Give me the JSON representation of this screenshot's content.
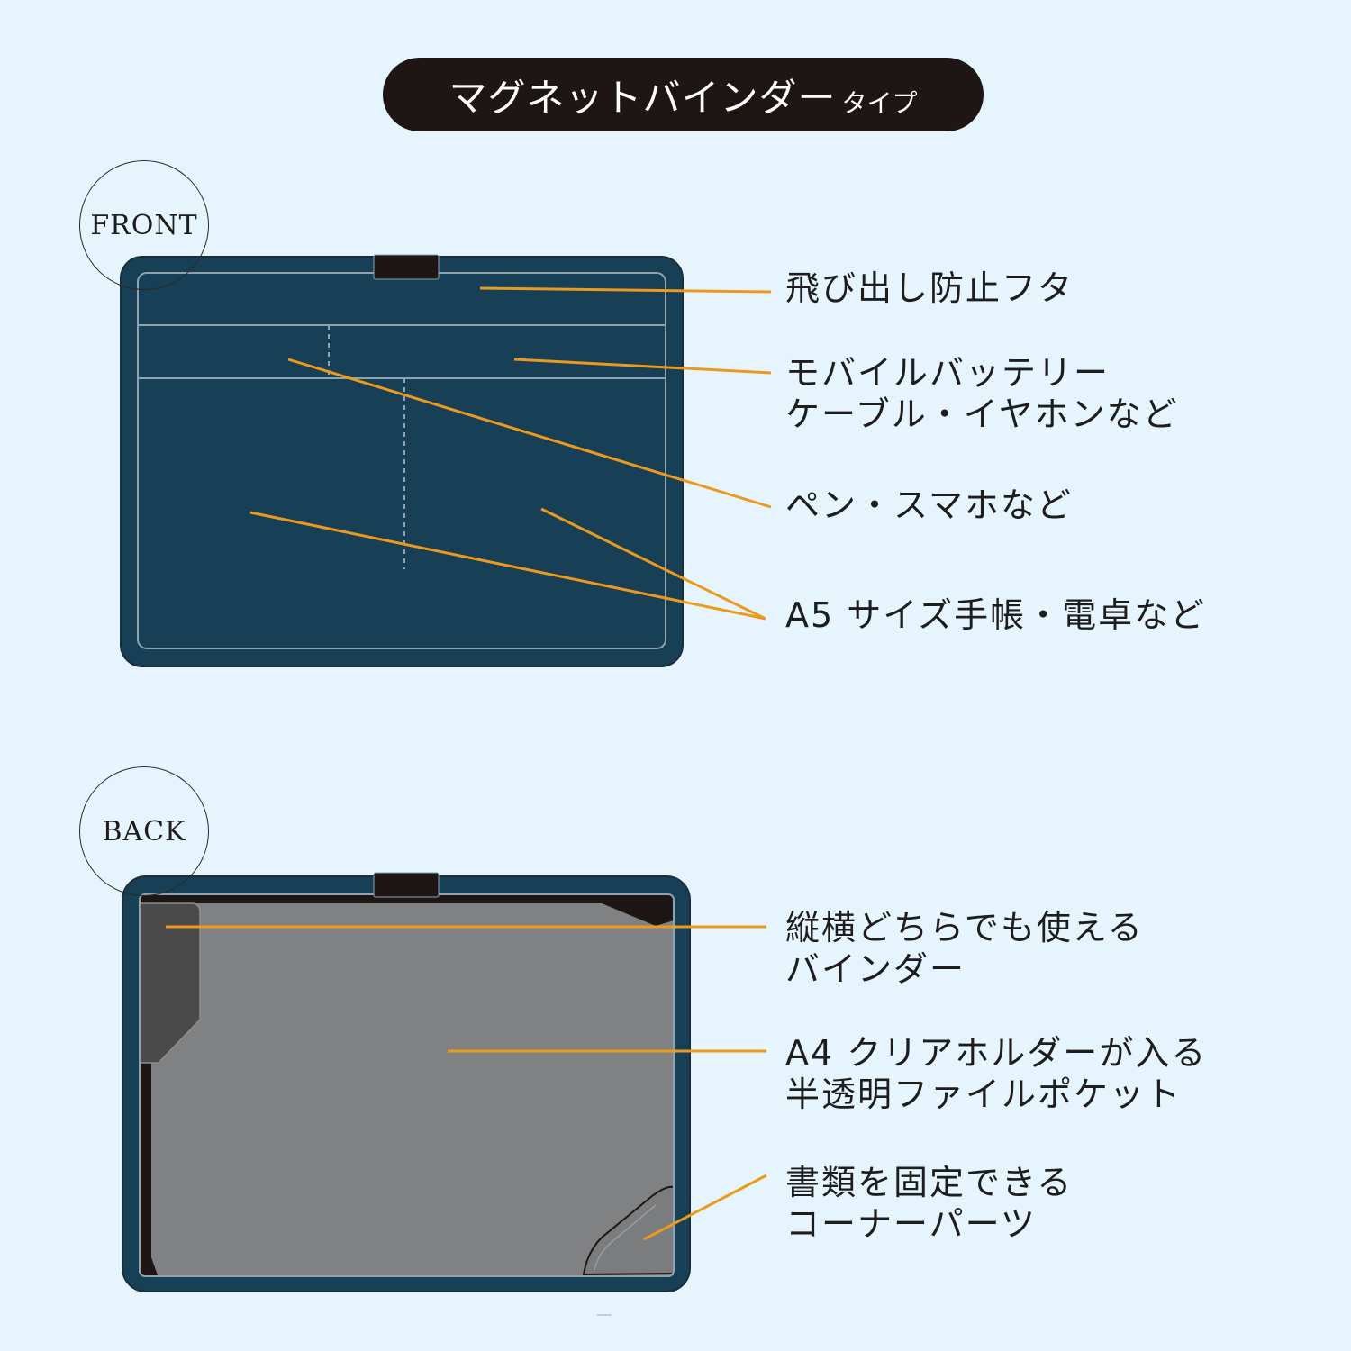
{
  "title": {
    "main": "マグネットバインダー",
    "suffix": "タイプ"
  },
  "front": {
    "label": "FRONT",
    "callouts": [
      {
        "id": "flap",
        "lines": [
          "飛び出し防止フタ"
        ]
      },
      {
        "id": "battery",
        "lines": [
          "モバイルバッテリー",
          "ケーブル・イヤホンなど"
        ]
      },
      {
        "id": "pen",
        "lines": [
          "ペン・スマホなど"
        ]
      },
      {
        "id": "a5",
        "lines": [
          "A5 サイズ手帳・電卓など"
        ]
      }
    ]
  },
  "back": {
    "label": "BACK",
    "callouts": [
      {
        "id": "binder",
        "lines": [
          "縦横どちらでも使える",
          "バインダー"
        ]
      },
      {
        "id": "pocket",
        "lines": [
          "A4 クリアホルダーが入る",
          "半透明ファイルポケット"
        ]
      },
      {
        "id": "corner",
        "lines": [
          "書類を固定できる",
          "コーナーパーツ"
        ]
      }
    ]
  },
  "colors": {
    "background": "#e6f5fd",
    "case": "#173f55",
    "leader_line": "#eb9a1e",
    "pill": "#1d1614",
    "pocket": "#7f8183",
    "corner_dark": "#4a4a4a",
    "stitch": "#8ea3b0"
  }
}
